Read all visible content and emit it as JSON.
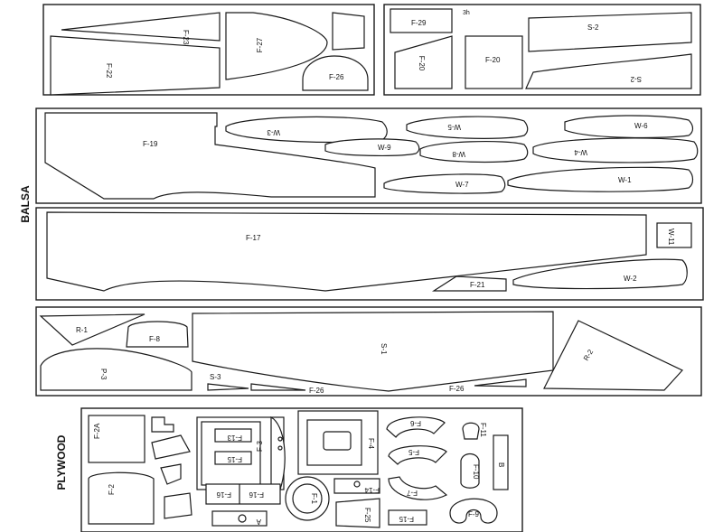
{
  "sheet_labels": {
    "balsa": "BALSA",
    "plywood": "PLYWOOD"
  },
  "parts": {
    "f23": "F-23",
    "f22": "F-22",
    "f27": "F-27",
    "f26": "F-26",
    "f29": "F-29",
    "mark_3h": "3h",
    "s2": "S-2",
    "f20": "F-20",
    "f19": "F-19",
    "w3": "W-3",
    "w5": "W-5",
    "w6": "W-6",
    "w9": "W-9",
    "w8": "W-8",
    "w4": "W-4",
    "w7": "W-7",
    "w1": "W-1",
    "f17": "F-17",
    "w11": "W-11",
    "f21": "F-21",
    "w2": "W-2",
    "r1": "R-1",
    "f8": "F-8",
    "s1": "S-1",
    "r2": "R-2",
    "p3": "P-3",
    "s3": "S-3",
    "f2a": "F-2A",
    "f2": "F-2",
    "f13": "F-13",
    "f3": "F-3",
    "f15": "F-15",
    "f16": "F-16",
    "a": "A",
    "f1": "F-1",
    "f4": "F-4",
    "f14": "F-14",
    "f25": "F-25",
    "f6": "F-6",
    "f5": "F-5",
    "f7": "F-7",
    "f11": "F-11",
    "f10": "F-10",
    "b": "B",
    "f9": "F-9"
  }
}
